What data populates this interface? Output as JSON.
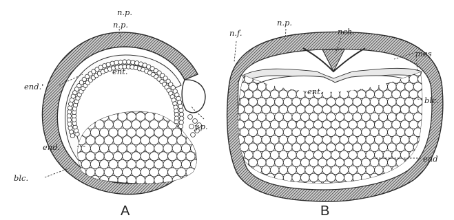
{
  "figure": {
    "header_fragment": "n.p.",
    "panels": [
      {
        "id": "A",
        "caption": "A",
        "labels": {
          "np": "n.p.",
          "end_prime": "end.'",
          "ent": "ent.",
          "end": "end.",
          "yp": "y.p.",
          "blc": "blc."
        }
      },
      {
        "id": "B",
        "caption": "B",
        "labels": {
          "nf": "n.f.",
          "np": "n.p.",
          "nch": "nch.",
          "mes": "mes",
          "ent": "ent.",
          "blc": "blc.",
          "end": "end"
        }
      }
    ],
    "colors": {
      "ink": "#222222",
      "hatch": "#4a4a4a",
      "paper": "#ffffff"
    }
  }
}
